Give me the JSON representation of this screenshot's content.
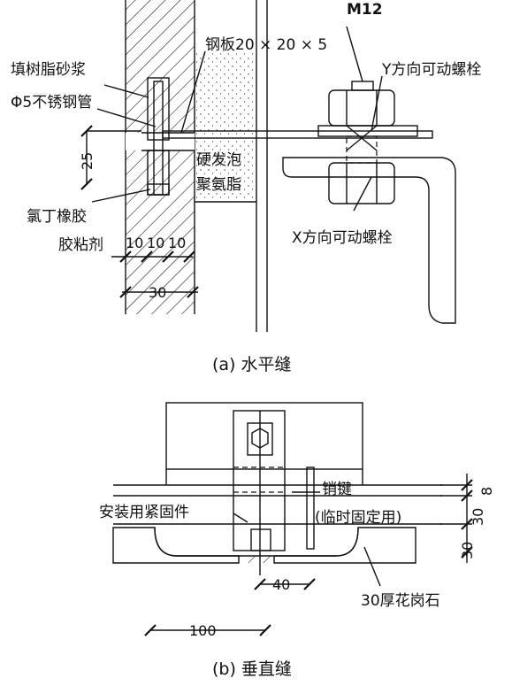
{
  "diagram_a": {
    "bolt_label": "M12",
    "steel_plate": "钢板20 × 20 × 5",
    "resin_mortar": "填树脂砂浆",
    "stainless_tube": "Φ5不锈钢管",
    "y_bolt": "Y方向可动螺栓",
    "x_bolt": "X方向可动螺栓",
    "foam_line1": "硬发泡",
    "foam_line2": "聚氨脂",
    "rubber": "氯丁橡胶",
    "adhesive": "胶粘剂",
    "dim_25": "25",
    "dim_10a": "10",
    "dim_10b": "10",
    "dim_10c": "10",
    "dim_30": "30",
    "caption": "(a) 水平缝"
  },
  "diagram_b": {
    "pin_key": "销键",
    "pin_key_note": "(临时固定用)",
    "fastener": "安装用紧固件",
    "granite": "30厚花岗石",
    "dim_8": "8",
    "dim_30_top": "30",
    "dim_30_bottom": "30",
    "dim_40": "40",
    "dim_100": "100",
    "caption": "(b) 垂直缝"
  }
}
